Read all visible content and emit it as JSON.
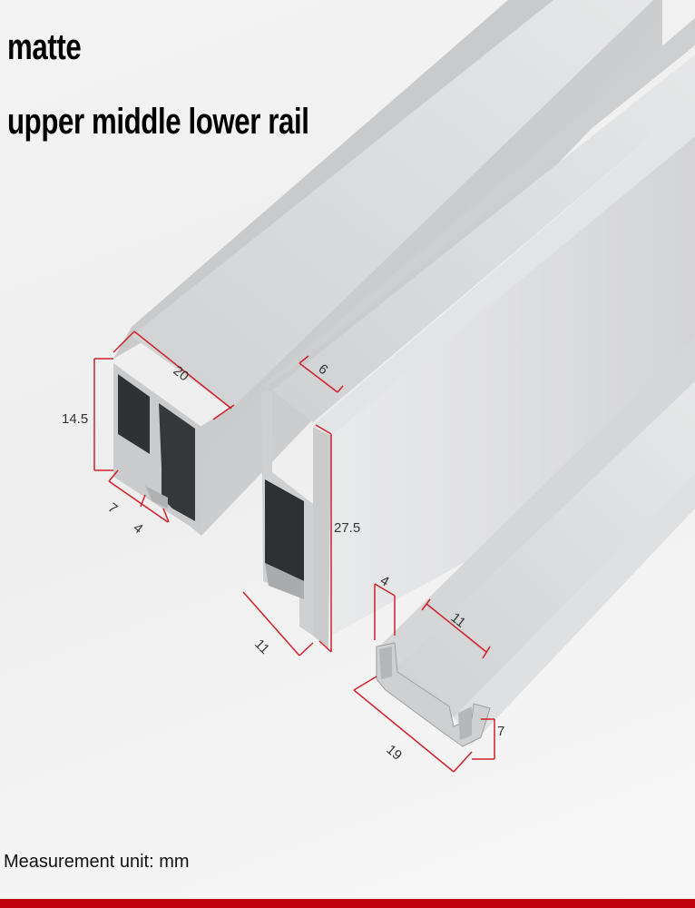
{
  "heading": {
    "finish": "matte",
    "rails": "upper middle lower rail"
  },
  "footer": {
    "unit_note": "Measurement unit: mm"
  },
  "dimensions": {
    "upper_rail": {
      "width": "20",
      "height": "14.5",
      "lip_a": "7",
      "lip_b": "4"
    },
    "middle_rail": {
      "top_flange": "6",
      "height": "27.5",
      "base": "11"
    },
    "lower_rail": {
      "wall": "4",
      "channel": "11",
      "width": "19",
      "height": "7"
    }
  },
  "colors": {
    "dimension_lines": "#d0202a",
    "footer_bar": "#c0000a",
    "aluminum": "#d9dadc"
  }
}
